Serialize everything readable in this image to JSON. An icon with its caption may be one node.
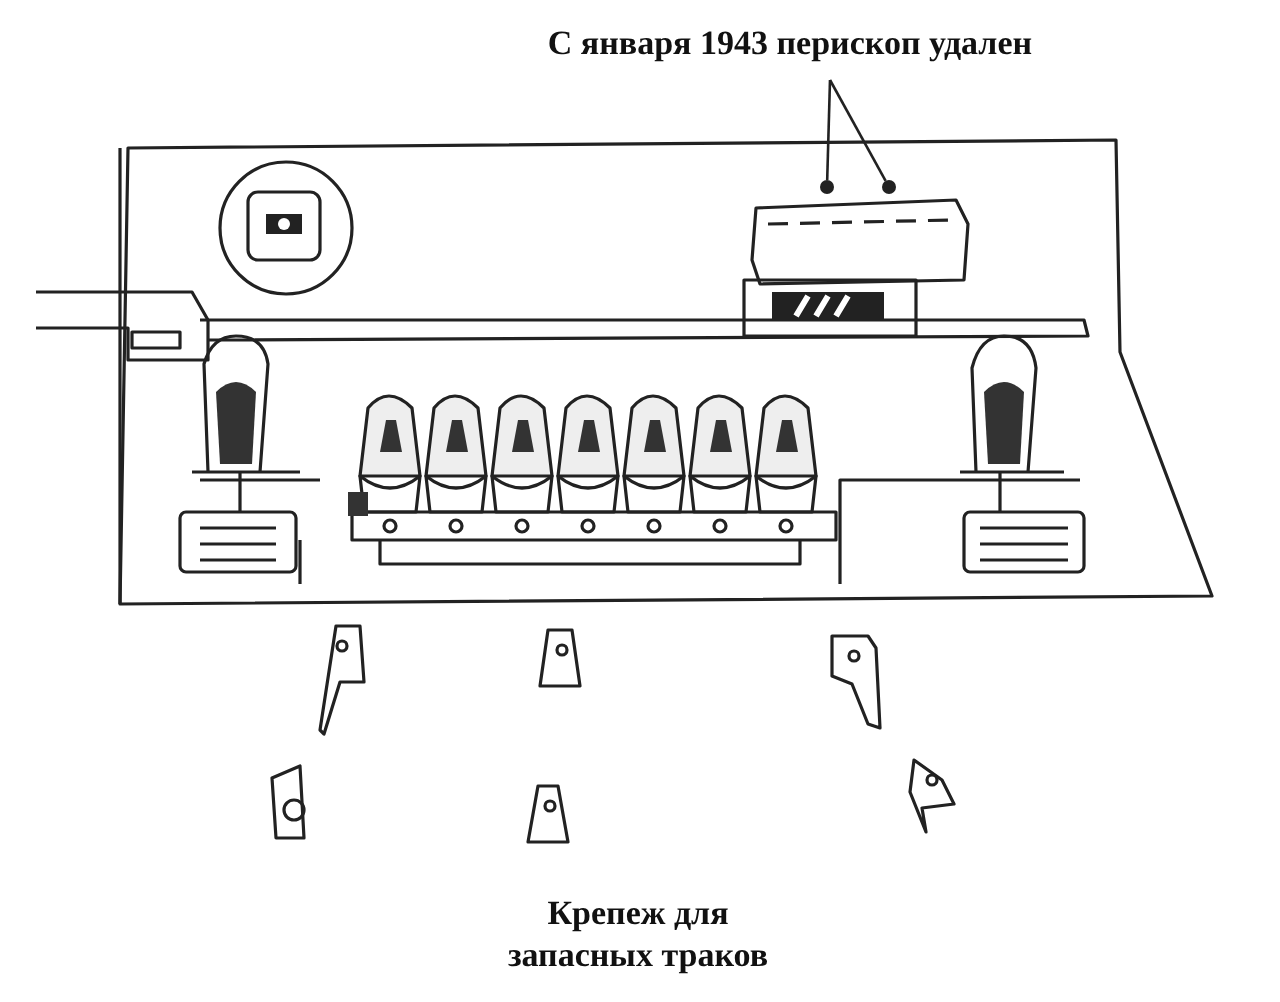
{
  "diagram": {
    "nodes": [
      {
        "text": [
          "С января 1943 перископ удален"
        ]
      },
      {
        "text": [],
        "shape": "circle"
      },
      {
        "text": [],
        "shape": "circle"
      }
    ],
    "edges": [
      {
        "from": 0,
        "to": 1,
        "arrow": "none"
      },
      {
        "from": 0,
        "to": 2,
        "arrow": "none"
      }
    ],
    "labels": [
      "Крепеж для запасных траков"
    ]
  }
}
